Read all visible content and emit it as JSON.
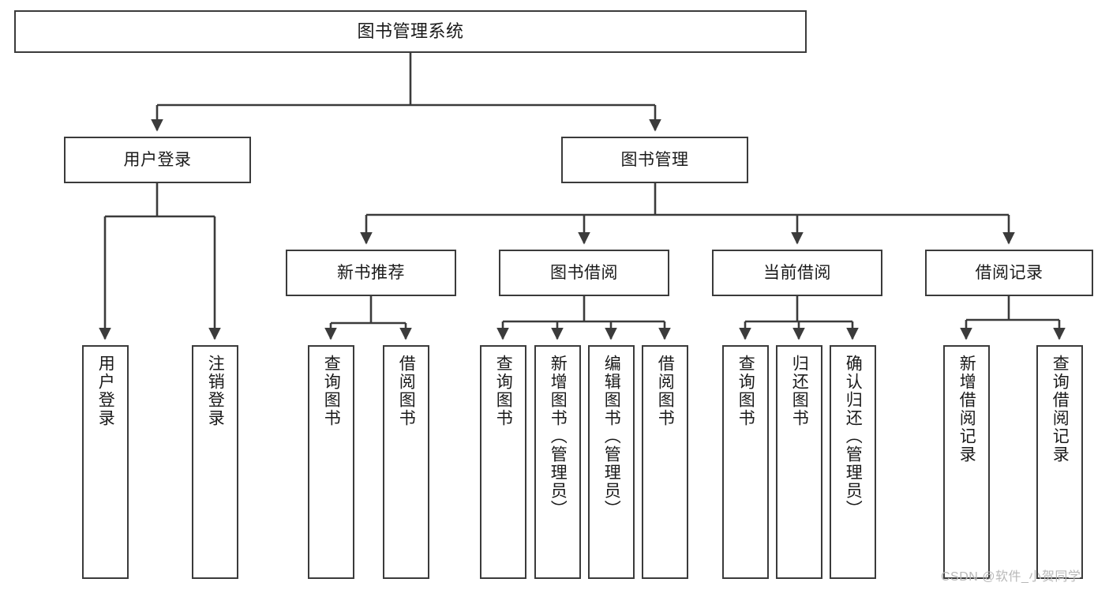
{
  "diagram": {
    "title": "图书管理系统",
    "watermark": "CSDN @软件_小贺同学",
    "colors": {
      "stroke": "#3b3b3b",
      "fill": "#ffffff",
      "text": "#1a1a1a",
      "watermark": "#b8b8b8"
    },
    "nodes": {
      "root": {
        "label": "图书管理系统"
      },
      "level2": [
        {
          "id": "user-login",
          "label": "用户登录"
        },
        {
          "id": "book-manage",
          "label": "图书管理"
        }
      ],
      "level3": [
        {
          "id": "new-book-recommend",
          "label": "新书推荐"
        },
        {
          "id": "book-borrow",
          "label": "图书借阅"
        },
        {
          "id": "current-borrow",
          "label": "当前借阅"
        },
        {
          "id": "borrow-record",
          "label": "借阅记录"
        }
      ],
      "leaves": [
        {
          "id": "leaf-user-login",
          "label": "用户登录",
          "parent": "user-login"
        },
        {
          "id": "leaf-logout-login",
          "label": "注销登录",
          "parent": "user-login"
        },
        {
          "id": "leaf-query-book-1",
          "label": "查询图书",
          "parent": "new-book-recommend"
        },
        {
          "id": "leaf-borrow-book-1",
          "label": "借阅图书",
          "parent": "new-book-recommend"
        },
        {
          "id": "leaf-query-book-2",
          "label": "查询图书",
          "parent": "book-borrow"
        },
        {
          "id": "leaf-add-book",
          "label": "新增图书（管理员）",
          "parent": "book-borrow"
        },
        {
          "id": "leaf-edit-book",
          "label": "编辑图书（管理员）",
          "parent": "book-borrow"
        },
        {
          "id": "leaf-borrow-book-2",
          "label": "借阅图书",
          "parent": "book-borrow"
        },
        {
          "id": "leaf-query-book-3",
          "label": "查询图书",
          "parent": "current-borrow"
        },
        {
          "id": "leaf-return-book",
          "label": "归还图书",
          "parent": "current-borrow"
        },
        {
          "id": "leaf-confirm-return",
          "label": "确认归还（管理员）",
          "parent": "current-borrow"
        },
        {
          "id": "leaf-add-record",
          "label": "新增借阅记录",
          "parent": "borrow-record"
        },
        {
          "id": "leaf-query-record",
          "label": "查询借阅记录",
          "parent": "borrow-record"
        }
      ]
    }
  }
}
